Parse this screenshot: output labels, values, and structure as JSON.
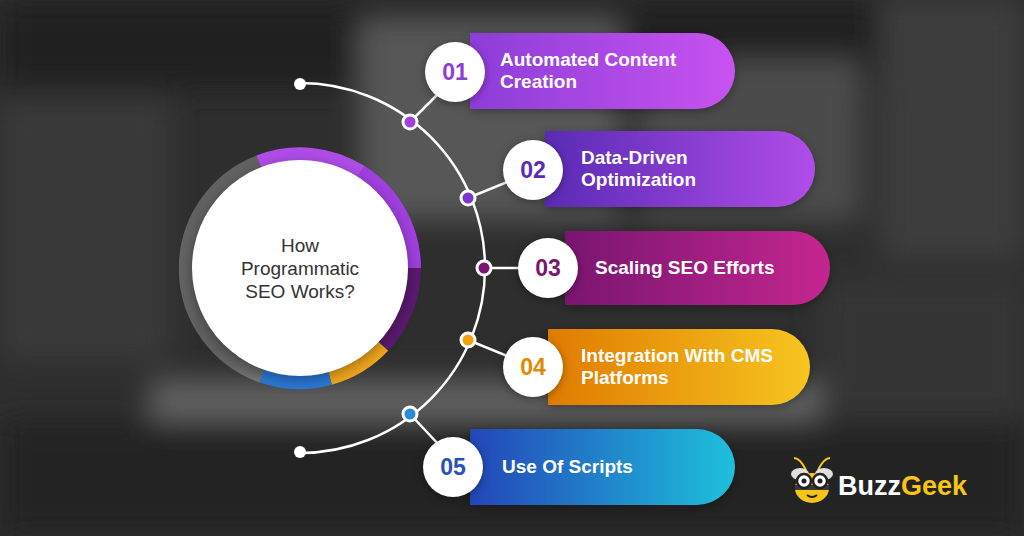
{
  "diagram": {
    "nodes": [
      {
        "text": [
          "How Programmatic SEO Works?"
        ]
      },
      {
        "text": [
          "Automated Content Creation"
        ]
      },
      {
        "text": [
          "01"
        ],
        "in": 1
      },
      {
        "text": [
          "Data-Driven Optimization"
        ]
      },
      {
        "text": [
          "02"
        ],
        "in": 3
      },
      {
        "text": [
          "Scaling SEO Efforts"
        ]
      },
      {
        "text": [
          "03"
        ],
        "in": 5
      },
      {
        "text": [
          "Integration With CMS Platforms"
        ]
      },
      {
        "text": [
          "04"
        ],
        "in": 7
      },
      {
        "text": [
          "Use Of Scripts"
        ]
      },
      {
        "text": [
          "05"
        ],
        "in": 9
      }
    ],
    "labels": [
      "Buzz",
      "Geek"
    ]
  }
}
